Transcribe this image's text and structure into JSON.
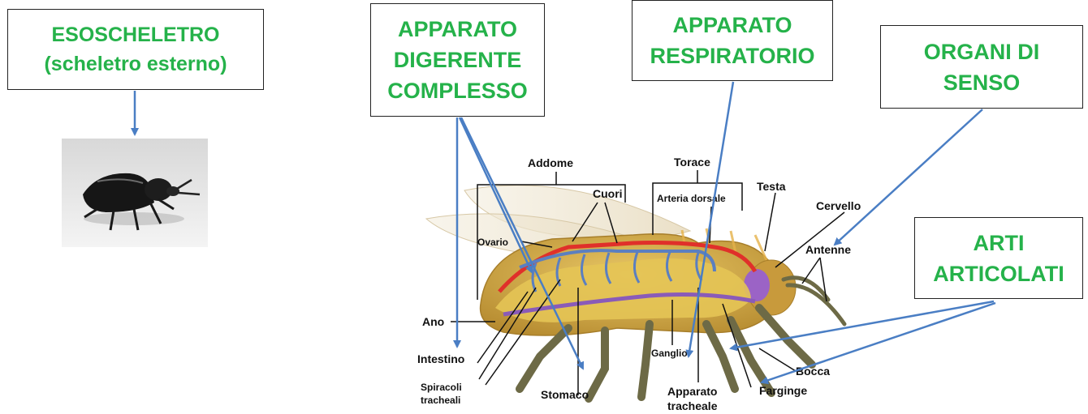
{
  "boxes": {
    "exoskeleton": "ESOSCHELETRO\n(scheletro esterno)",
    "digestive": "APPARATO\nDIGERENTE\nCOMPLESSO",
    "respiratory": "APPARATO\nRESPIRATORIO",
    "senses": "ORGANI DI\nSENSO",
    "limbs": "ARTI\nARTICOLATI"
  },
  "labels": {
    "addome": "Addome",
    "torace": "Torace",
    "testa": "Testa",
    "cuori": "Cuori",
    "arteria": "Arteria dorsale",
    "cervello": "Cervello",
    "ovario": "Ovario",
    "antenne": "Antenne",
    "ano": "Ano",
    "intestino": "Intestino",
    "spiracoli1": "Spiracoli",
    "spiracoli2": "tracheali",
    "stomaco": "Stomaco",
    "ganglio": "Ganglio",
    "apparato1": "Apparato",
    "apparato2": "tracheale",
    "bocca": "Bocca",
    "faringe": "Farginge"
  },
  "colors": {
    "box_text": "#25b24a",
    "arrow": "#4a7ec4",
    "heart": "#e0302a",
    "trachea": "#5b7fc0",
    "nerve": "#8a5bb8",
    "body": "#d9b04a"
  }
}
